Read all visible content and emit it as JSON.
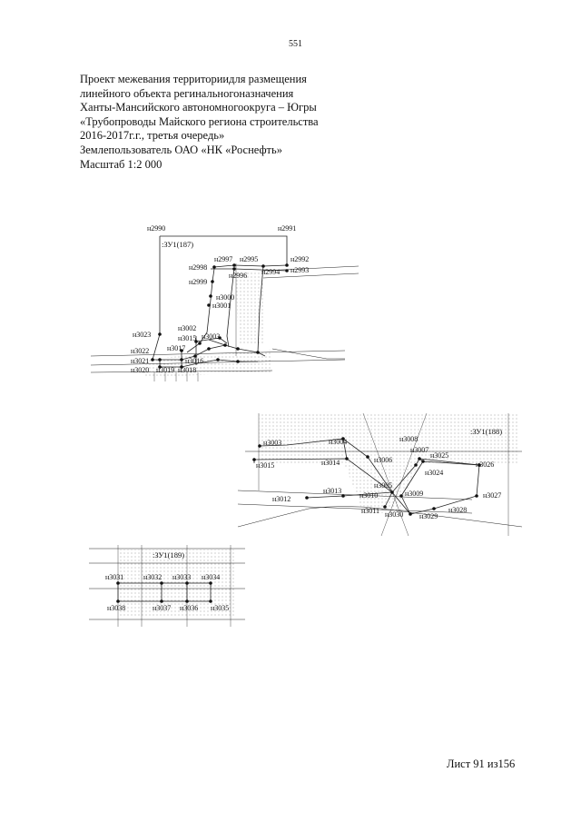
{
  "page_number": "551",
  "header_lines": [
    "Проект межевания территориидля размещения",
    "линейного объекта регинальногоназначения",
    "Ханты-Мансийского автономногоокруга – Югры",
    "«Трубопроводы Майского региона строительства",
    "2016-2017г.г., третья очередь»",
    "Землепользователь ОАО «НК «Роснефть»",
    "Масштаб 1:2 000"
  ],
  "sheet_label": "Лист 91 из156",
  "plot1": {
    "parcel": ":ЗУ1(187)",
    "points": [
      "н2990",
      "н2991",
      "н2992",
      "н2993",
      "н2994",
      "н2995",
      "н2996",
      "н2997",
      "н2998",
      "н2999",
      "н3000",
      "н3001",
      "н3002",
      "н3003",
      "н3015",
      "н3016",
      "н3017",
      "н3018",
      "н3019",
      "н3020",
      "н3021",
      "н3022",
      "н3023"
    ]
  },
  "plot2": {
    "parcel": ":ЗУ1(188)",
    "points": [
      "н3003",
      "н3004",
      "н3005",
      "н3006",
      "н3007",
      "н3008",
      "н3009",
      "н3010",
      "н3011",
      "н3012",
      "н3013",
      "н3014",
      "н3015",
      "н3024",
      "н3025",
      "н3026",
      "н3027",
      "н3028",
      "н3029",
      "н3030"
    ]
  },
  "plot3": {
    "parcel": ":ЗУ1(189)",
    "points": [
      "н3031",
      "н3032",
      "н3033",
      "н3034",
      "н3035",
      "н3036",
      "н3037",
      "н3038"
    ]
  }
}
